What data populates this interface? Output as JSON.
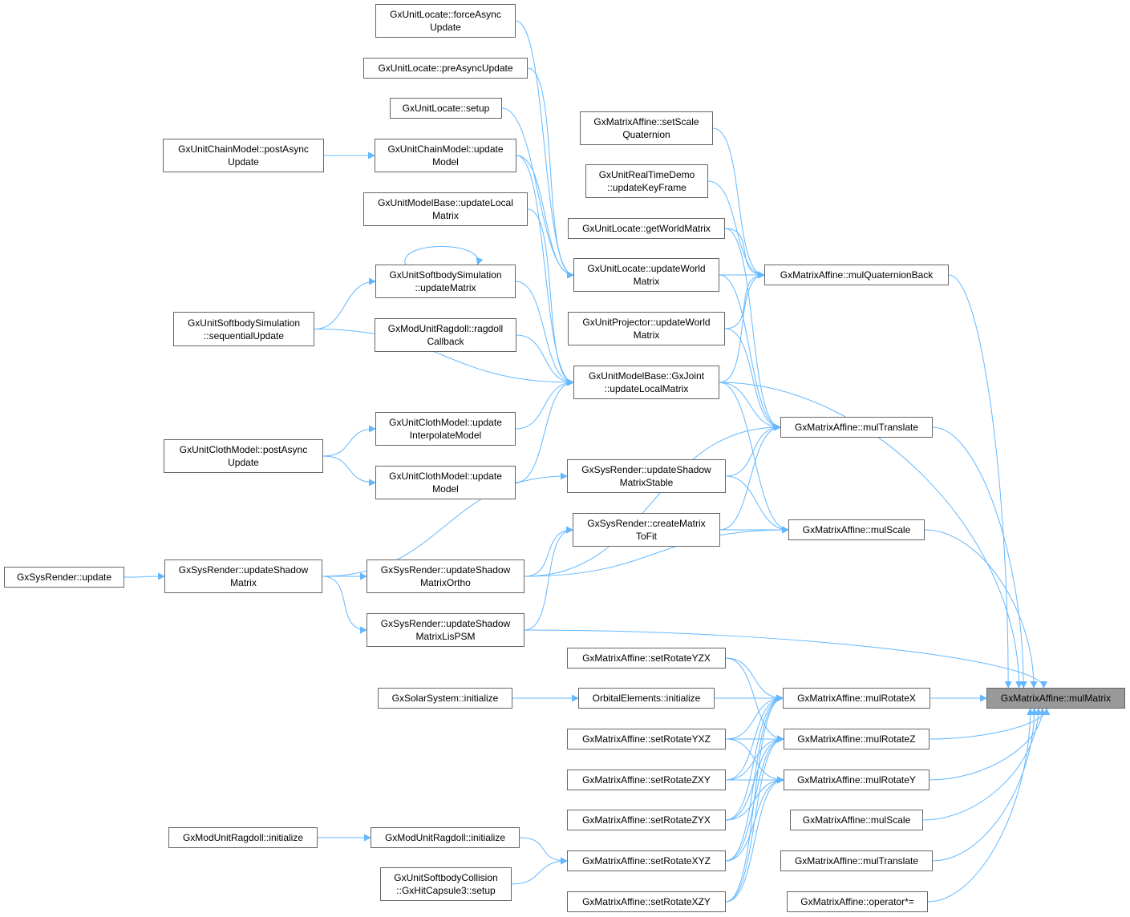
{
  "graph": {
    "type": "caller-graph",
    "edge_color": "#63b8ff",
    "focus_fill": "#999999",
    "nodes": [
      {
        "id": "n1",
        "lines": [
          "GxUnitLocate::forceAsync",
          "Update"
        ]
      },
      {
        "id": "n2",
        "lines": [
          "GxUnitLocate::preAsyncUpdate"
        ]
      },
      {
        "id": "n3",
        "lines": [
          "GxUnitLocate::setup"
        ]
      },
      {
        "id": "n4",
        "lines": [
          "GxUnitChainModel::postAsync",
          "Update"
        ]
      },
      {
        "id": "n5",
        "lines": [
          "GxUnitChainModel::update",
          "Model"
        ]
      },
      {
        "id": "n6",
        "lines": [
          "GxUnitModelBase::updateLocal",
          "Matrix"
        ]
      },
      {
        "id": "n7",
        "lines": [
          "GxUnitSoftbodySimulation",
          "::updateMatrix"
        ]
      },
      {
        "id": "n8",
        "lines": [
          "GxUnitSoftbodySimulation",
          "::sequentialUpdate"
        ]
      },
      {
        "id": "n9",
        "lines": [
          "GxModUnitRagdoll::ragdoll",
          "Callback"
        ]
      },
      {
        "id": "n10",
        "lines": [
          "GxUnitClothModel::update",
          "InterpolateModel"
        ]
      },
      {
        "id": "n11",
        "lines": [
          "GxUnitClothModel::postAsync",
          "Update"
        ]
      },
      {
        "id": "n12",
        "lines": [
          "GxUnitClothModel::update",
          "Model"
        ]
      },
      {
        "id": "n13",
        "lines": [
          "GxSysRender::update"
        ]
      },
      {
        "id": "n14",
        "lines": [
          "GxSysRender::updateShadow",
          "Matrix"
        ]
      },
      {
        "id": "n15",
        "lines": [
          "GxSysRender::updateShadow",
          "MatrixOrtho"
        ]
      },
      {
        "id": "n16",
        "lines": [
          "GxSysRender::updateShadow",
          "MatrixLisPSM"
        ]
      },
      {
        "id": "n17",
        "lines": [
          "GxSolarSystem::initialize"
        ]
      },
      {
        "id": "n18",
        "lines": [
          "GxModUnitRagdoll::initialize"
        ]
      },
      {
        "id": "n19",
        "lines": [
          "GxModUnitRagdoll::initialize"
        ]
      },
      {
        "id": "n20",
        "lines": [
          "GxUnitSoftbodyCollision",
          "::GxHitCapsule3::setup"
        ]
      },
      {
        "id": "n21",
        "lines": [
          "GxMatrixAffine::setScale",
          "Quaternion"
        ]
      },
      {
        "id": "n22",
        "lines": [
          "GxUnitRealTimeDemo",
          "::updateKeyFrame"
        ]
      },
      {
        "id": "n23",
        "lines": [
          "GxUnitLocate::getWorldMatrix"
        ]
      },
      {
        "id": "n24",
        "lines": [
          "GxUnitLocate::updateWorld",
          "Matrix"
        ]
      },
      {
        "id": "n25",
        "lines": [
          "GxUnitProjector::updateWorld",
          "Matrix"
        ]
      },
      {
        "id": "n26",
        "lines": [
          "GxUnitModelBase::GxJoint",
          "::updateLocalMatrix"
        ]
      },
      {
        "id": "n27",
        "lines": [
          "GxSysRender::updateShadow",
          "MatrixStable"
        ]
      },
      {
        "id": "n28",
        "lines": [
          "GxSysRender::createMatrix",
          "ToFit"
        ]
      },
      {
        "id": "n29",
        "lines": [
          "GxMatrixAffine::setRotateYZX"
        ]
      },
      {
        "id": "n30",
        "lines": [
          "OrbitalElements::initialize"
        ]
      },
      {
        "id": "n31",
        "lines": [
          "GxMatrixAffine::setRotateYXZ"
        ]
      },
      {
        "id": "n32",
        "lines": [
          "GxMatrixAffine::setRotateZXY"
        ]
      },
      {
        "id": "n33",
        "lines": [
          "GxMatrixAffine::setRotateZYX"
        ]
      },
      {
        "id": "n34",
        "lines": [
          "GxMatrixAffine::setRotateXYZ"
        ]
      },
      {
        "id": "n35",
        "lines": [
          "GxMatrixAffine::setRotateXZY"
        ]
      },
      {
        "id": "n36",
        "lines": [
          "GxMatrixAffine::mulQuaternionBack"
        ]
      },
      {
        "id": "n37",
        "lines": [
          "GxMatrixAffine::mulTranslate"
        ]
      },
      {
        "id": "n38",
        "lines": [
          "GxMatrixAffine::mulScale"
        ]
      },
      {
        "id": "n39",
        "lines": [
          "GxMatrixAffine::mulRotateX"
        ]
      },
      {
        "id": "n40",
        "lines": [
          "GxMatrixAffine::mulRotateZ"
        ]
      },
      {
        "id": "n41",
        "lines": [
          "GxMatrixAffine::mulRotateY"
        ]
      },
      {
        "id": "n42",
        "lines": [
          "GxMatrixAffine::mulScale"
        ]
      },
      {
        "id": "n43",
        "lines": [
          "GxMatrixAffine::mulTranslate"
        ]
      },
      {
        "id": "n44",
        "lines": [
          "GxMatrixAffine::operator*="
        ]
      },
      {
        "id": "n45",
        "lines": [
          "GxMatrixAffine::mulMatrix"
        ],
        "focus": true
      }
    ],
    "edges": [
      [
        "n1",
        "n24"
      ],
      [
        "n2",
        "n24"
      ],
      [
        "n3",
        "n24"
      ],
      [
        "n5",
        "n24"
      ],
      [
        "n4",
        "n5"
      ],
      [
        "n8",
        "n7"
      ],
      [
        "n7",
        "n7"
      ],
      [
        "n8",
        "n26"
      ],
      [
        "n5",
        "n26"
      ],
      [
        "n6",
        "n26"
      ],
      [
        "n7",
        "n26"
      ],
      [
        "n9",
        "n26"
      ],
      [
        "n10",
        "n26"
      ],
      [
        "n12",
        "n26"
      ],
      [
        "n11",
        "n10"
      ],
      [
        "n11",
        "n12"
      ],
      [
        "n13",
        "n14"
      ],
      [
        "n14",
        "n15"
      ],
      [
        "n14",
        "n16"
      ],
      [
        "n14",
        "n27"
      ],
      [
        "n15",
        "n28"
      ],
      [
        "n15",
        "n37"
      ],
      [
        "n15",
        "n38"
      ],
      [
        "n16",
        "n28"
      ],
      [
        "n16",
        "n45"
      ],
      [
        "n17",
        "n30"
      ],
      [
        "n30",
        "n39"
      ],
      [
        "n18",
        "n19"
      ],
      [
        "n19",
        "n34"
      ],
      [
        "n20",
        "n34"
      ],
      [
        "n21",
        "n36"
      ],
      [
        "n22",
        "n36"
      ],
      [
        "n23",
        "n36"
      ],
      [
        "n23",
        "n37"
      ],
      [
        "n24",
        "n36"
      ],
      [
        "n24",
        "n37"
      ],
      [
        "n25",
        "n36"
      ],
      [
        "n25",
        "n37"
      ],
      [
        "n26",
        "n36"
      ],
      [
        "n26",
        "n37"
      ],
      [
        "n26",
        "n38"
      ],
      [
        "n26",
        "n45"
      ],
      [
        "n27",
        "n37"
      ],
      [
        "n27",
        "n38"
      ],
      [
        "n28",
        "n37"
      ],
      [
        "n28",
        "n38"
      ],
      [
        "n29",
        "n39"
      ],
      [
        "n29",
        "n40"
      ],
      [
        "n31",
        "n39"
      ],
      [
        "n31",
        "n40"
      ],
      [
        "n31",
        "n41"
      ],
      [
        "n32",
        "n39"
      ],
      [
        "n32",
        "n40"
      ],
      [
        "n32",
        "n41"
      ],
      [
        "n33",
        "n39"
      ],
      [
        "n33",
        "n40"
      ],
      [
        "n33",
        "n41"
      ],
      [
        "n34",
        "n39"
      ],
      [
        "n34",
        "n40"
      ],
      [
        "n34",
        "n41"
      ],
      [
        "n35",
        "n39"
      ],
      [
        "n35",
        "n40"
      ],
      [
        "n35",
        "n41"
      ],
      [
        "n36",
        "n45"
      ],
      [
        "n37",
        "n45"
      ],
      [
        "n38",
        "n45"
      ],
      [
        "n39",
        "n45"
      ],
      [
        "n40",
        "n45"
      ],
      [
        "n41",
        "n45"
      ],
      [
        "n42",
        "n45"
      ],
      [
        "n43",
        "n45"
      ],
      [
        "n44",
        "n45"
      ]
    ]
  }
}
